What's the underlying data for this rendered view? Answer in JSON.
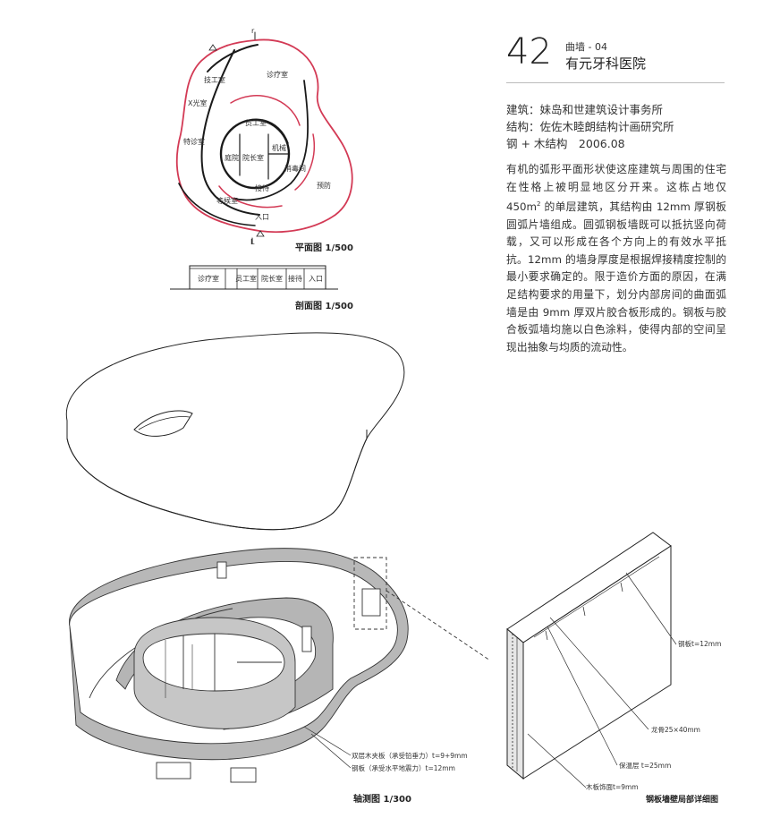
{
  "header": {
    "number": "42",
    "subtitle": "曲墙 - 04",
    "title": "有元牙科医院"
  },
  "meta": {
    "architect": "建筑：妹岛和世建筑设计事务所",
    "structure": "结构：佐佐木睦朗结构计画研究所",
    "material_year": "钢 + 木结构　2006.08"
  },
  "description": {
    "part1": "有机的弧形平面形状使这座建筑与周围的住宅在性格上被明显地区分开来。这栋占地仅 450m",
    "sup": "2",
    "part2": " 的单层建筑，其结构由 12mm 厚钢板圆弧片墙组成。圆弧钢板墙既可以抵抗竖向荷载，又可以形成在各个方向上的有效水平抵抗。12mm 的墙身厚度是根据焊接精度控制的最小要求确定的。限于造价方面的原因，在满足结构要求的用量下，划分内部房间的曲面弧墙是由 9mm 厚双片胶合板形成的。钢板与胶合板弧墙均施以白色涂料，使得内部的空间呈现出抽象与均质的流动性。"
  },
  "plan": {
    "caption": "平面图 1/500",
    "section_mark": "r",
    "section_mark_bottom": "L",
    "rooms": {
      "clinic": "诊疗室",
      "lab": "技工室",
      "xray": "X光室",
      "staff": "员工室",
      "special": "特诊室",
      "garden": "庭院",
      "director": "院长室",
      "machine": "机械",
      "sterile": "消毒间",
      "prevent": "预防",
      "reception": "接待",
      "waiting": "等候室",
      "entry": "入口"
    }
  },
  "section": {
    "caption": "剖面图 1/500",
    "rooms": [
      "诊疗室",
      "员工室",
      "院长室",
      "接待",
      "入口"
    ]
  },
  "axon": {
    "caption": "轴测图 1/300",
    "notes": {
      "plywood": "双层木夹板（承受铅垂力）t=9+9mm",
      "steel": "钢板（承受水平地震力）t=12mm"
    }
  },
  "detail": {
    "caption": "钢板墙壁局部详细图",
    "notes": {
      "steel": "钢板t=12mm",
      "stud": "龙骨25×40mm",
      "insulation": "保温层 t=25mm",
      "board": "木板饰面t=9mm"
    }
  },
  "colors": {
    "accent_red": "#d33a55",
    "wall_gray": "#b5b5b5"
  }
}
